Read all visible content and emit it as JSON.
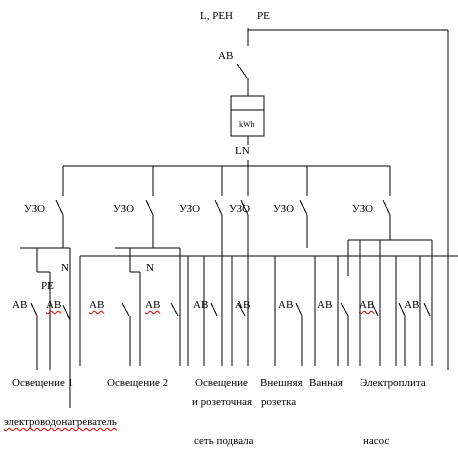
{
  "supply": {
    "phase_label": "L, PEH",
    "pe_label": "PE"
  },
  "main_breaker": {
    "label": "АВ"
  },
  "meter": {
    "label": "kWh"
  },
  "bus": {
    "label": "LN"
  },
  "rcds": [
    {
      "label": "УЗО"
    },
    {
      "label": "УЗО"
    },
    {
      "label": "УЗО"
    },
    {
      "label": "УЗО"
    },
    {
      "label": "УЗО"
    },
    {
      "label": "УЗО"
    }
  ],
  "neutral_labels": [
    "N",
    "N"
  ],
  "pe_local_label": "PE",
  "breakers": [
    {
      "label": "АВ",
      "misspelled": false
    },
    {
      "label": "АВ",
      "misspelled": true
    },
    {
      "label": "АВ",
      "misspelled": true
    },
    {
      "label": "АВ",
      "misspelled": true
    },
    {
      "label": "АВ",
      "misspelled": false
    },
    {
      "label": "АВ",
      "misspelled": false
    },
    {
      "label": "АВ",
      "misspelled": false
    },
    {
      "label": "АВ",
      "misspelled": false
    },
    {
      "label": "АВ",
      "misspelled": true
    },
    {
      "label": "АВ",
      "misspelled": false
    }
  ],
  "circuits": {
    "lighting_1": "Освещение 1",
    "lighting_2": "Освещение 2",
    "basement_1": "Освещение",
    "basement_2": "и розеточная",
    "basement_3": "сеть подвала",
    "outdoor_1": "Внешняя",
    "outdoor_2": "розетка",
    "bathroom": "Ванная",
    "stove": "Электроплита",
    "pump": "насос",
    "water_heater": "электроводонагреватель"
  },
  "colors": {
    "line": "#000000",
    "spellcheck_underline": "#e00000"
  }
}
